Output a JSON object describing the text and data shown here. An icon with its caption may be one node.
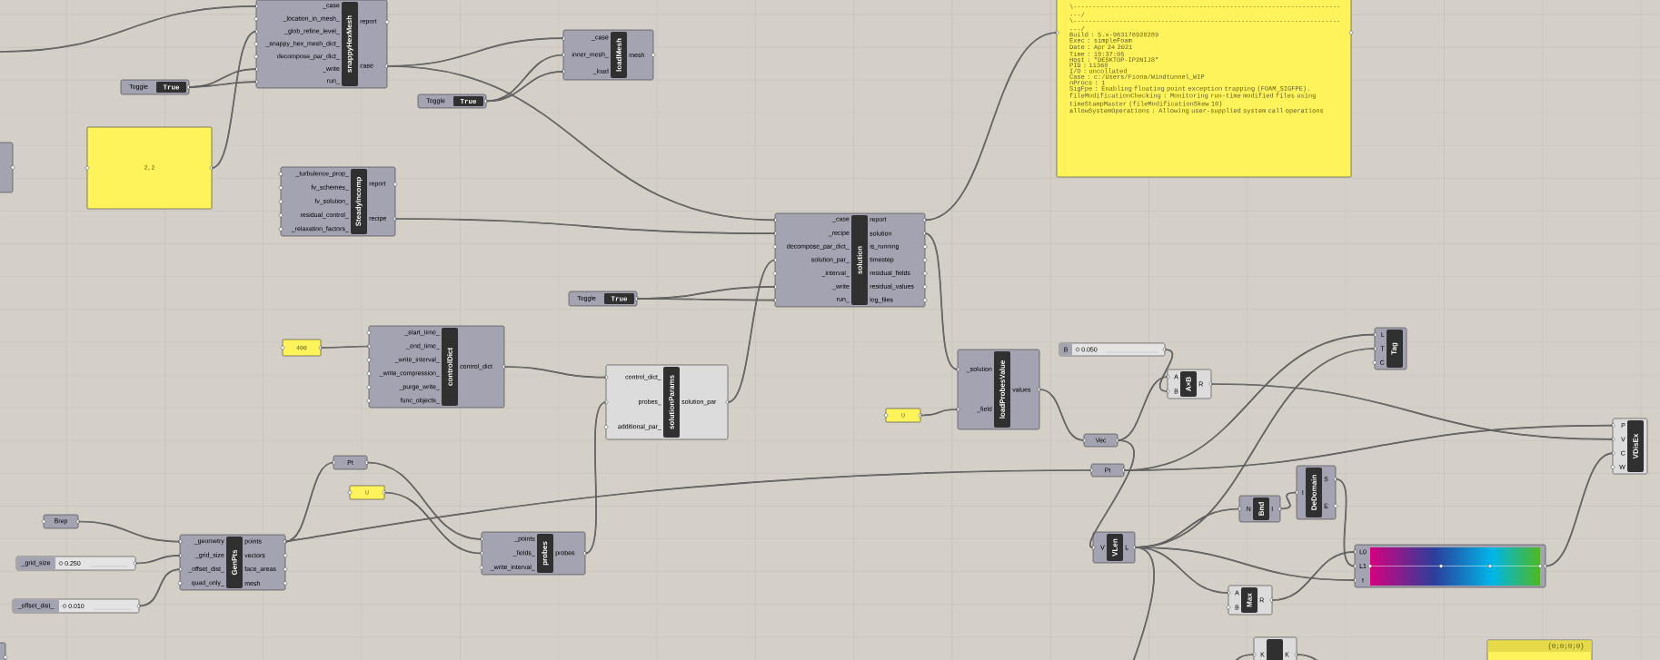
{
  "diagram": {
    "nodes": [
      {
        "text": [
          "_case",
          "_location_in_mesh_",
          "_glob_refine_level_",
          "_snappy_hex_mesh_dict_",
          "decompose_par_dict_",
          "_write",
          "run_",
          "snappyHexMesh",
          "report",
          "case"
        ]
      },
      {
        "text": [
          "_case",
          "inner_mesh_",
          "_load",
          "loadMesh",
          "mesh"
        ]
      },
      {
        "text": [
          "Toggle",
          "True"
        ]
      },
      {
        "text": [
          "Toggle",
          "True"
        ]
      },
      {
        "text": [],
        "shape": "box"
      },
      {
        "text": [
          "2,2"
        ]
      },
      {
        "text": [
          "_turbulence_prop_",
          "fv_schemes_",
          "fv_solution_",
          "residual_control_",
          "_relaxation_factors_",
          "SteadyIncomp",
          "report",
          "recipe"
        ]
      },
      {
        "text": [
          "\\*-------------------------------------------------------------------------*/",
          "\\*-------------------------------------------------------------------------*/",
          "Build : 5.x-963176928289",
          "Exec : simpleFoam",
          "Date : Apr 24 2021",
          "Time : 19:37:05",
          "Host : \"DESKTOP-IP2NIJ8\"",
          "PID : 11368",
          "I/O : uncollated",
          "Case : c:/Users/Fiona/Windtunnel_WIP",
          "nProcs : 1",
          "SigFpe : Enabling floating point exception trapping (FOAM_SIGFPE).",
          "fileModificationChecking : Monitoring run-time modified files using timeStampMaster (fileModificationSkew 10)",
          "allowSystemOperations : Allowing user-supplied system call operations"
        ]
      },
      {
        "text": [
          "_case",
          "_recipe",
          "decompose_par_dict_",
          "solution_par_",
          "_interval_",
          "_write",
          "run_",
          "solution",
          "report",
          "solution",
          "is_running",
          "timestep",
          "residual_fields",
          "residual_values",
          "log_files"
        ]
      },
      {
        "text": [
          "Toggle",
          "True"
        ]
      },
      {
        "text": [
          "400"
        ]
      },
      {
        "text": [
          "_start_time_",
          "_end_time_",
          "_write_interval_",
          "_write_compression_",
          "_purge_write_",
          "func_objects_",
          "controlDict",
          "control_dict"
        ]
      },
      {
        "text": [
          "control_dict_",
          "probes_",
          "additional_par_",
          "solutionParams",
          "solution_par"
        ]
      },
      {
        "text": [
          "L",
          "T",
          "C",
          "Tag"
        ]
      },
      {
        "text": [
          "B",
          "0.050"
        ]
      },
      {
        "text": [
          "_solution",
          "_field",
          "loadProbesValue",
          "values"
        ]
      },
      {
        "text": [
          "A",
          "B",
          "A×B",
          "R"
        ]
      },
      {
        "text": [
          "U"
        ]
      },
      {
        "text": [
          "P",
          "V",
          "C",
          "W",
          "VDisEx"
        ]
      },
      {
        "text": [
          "Vec"
        ]
      },
      {
        "text": [
          "Pt"
        ]
      },
      {
        "text": [
          "Pt"
        ]
      },
      {
        "text": [
          "I",
          "DeDomain",
          "S",
          "E"
        ]
      },
      {
        "text": [
          "U"
        ]
      },
      {
        "text": [
          "N",
          "Bnd",
          "I"
        ]
      },
      {
        "text": [
          "Brep"
        ]
      },
      {
        "text": [
          "_geometry",
          "_grid_size",
          "_offset_dist_",
          "quad_only_",
          "GenPts",
          "points",
          "vectors",
          "face_areas",
          "mesh"
        ]
      },
      {
        "text": [
          "_points",
          "_fields_",
          "_write_interval_",
          "probes",
          "probes"
        ]
      },
      {
        "text": [
          "V",
          "VLen",
          "L"
        ]
      },
      {
        "text": [
          "_grid_size",
          "0.250"
        ]
      },
      {
        "text": [
          "L0",
          "L1",
          "t"
        ]
      },
      {
        "text": [
          "A",
          "B",
          "Max",
          "R"
        ]
      },
      {
        "text": [
          "_offset_dist_",
          "0.010"
        ]
      },
      {
        "text": [],
        "shape": "box"
      },
      {
        "text": [
          "K",
          "K"
        ]
      },
      {
        "text": [
          "{0;0;0;0}"
        ]
      }
    ],
    "edges": [
      {
        "from": null,
        "to": 0,
        "arrow": "none"
      },
      {
        "from": 2,
        "to": 0,
        "arrow": "none"
      },
      {
        "from": 2,
        "to": 0,
        "arrow": "none"
      },
      {
        "from": 5,
        "to": 0,
        "arrow": "none"
      },
      {
        "from": 0,
        "to": 1,
        "arrow": "none"
      },
      {
        "from": 3,
        "to": 1,
        "arrow": "none"
      },
      {
        "from": 3,
        "to": 1,
        "arrow": "none"
      },
      {
        "from": 0,
        "to": 8,
        "arrow": "none"
      },
      {
        "from": 6,
        "to": 8,
        "arrow": "none"
      },
      {
        "from": 8,
        "to": 7,
        "arrow": "none"
      },
      {
        "from": 9,
        "to": 8,
        "arrow": "none"
      },
      {
        "from": 9,
        "to": 8,
        "arrow": "none"
      },
      {
        "from": 12,
        "to": 8,
        "arrow": "none"
      },
      {
        "from": 10,
        "to": 11,
        "arrow": "none"
      },
      {
        "from": 11,
        "to": 12,
        "arrow": "none"
      },
      {
        "from": 27,
        "to": 12,
        "arrow": "none"
      },
      {
        "from": 8,
        "to": 15,
        "arrow": "none"
      },
      {
        "from": 17,
        "to": 15,
        "arrow": "none"
      },
      {
        "from": 15,
        "to": 19,
        "arrow": "none"
      },
      {
        "from": 14,
        "to": 16,
        "arrow": "none"
      },
      {
        "from": 19,
        "to": 16,
        "arrow": "none"
      },
      {
        "from": 19,
        "to": 28,
        "arrow": "none"
      },
      {
        "from": 16,
        "to": 18,
        "arrow": "none"
      },
      {
        "from": 20,
        "to": 18,
        "arrow": "none"
      },
      {
        "from": 20,
        "to": 13,
        "arrow": "none"
      },
      {
        "from": 28,
        "to": 13,
        "arrow": "none"
      },
      {
        "from": 28,
        "to": 24,
        "arrow": "none"
      },
      {
        "from": 24,
        "to": 22,
        "arrow": "none"
      },
      {
        "from": 22,
        "to": 30,
        "arrow": "none"
      },
      {
        "from": 31,
        "to": 30,
        "arrow": "none"
      },
      {
        "from": 28,
        "to": 30,
        "arrow": "none"
      },
      {
        "from": 28,
        "to": 31,
        "arrow": "none"
      },
      {
        "from": 28,
        "to": null,
        "arrow": "none"
      },
      {
        "from": null,
        "to": 34,
        "arrow": "none"
      },
      {
        "from": 34,
        "to": null,
        "arrow": "none"
      },
      {
        "from": 30,
        "to": 18,
        "arrow": "none"
      },
      {
        "from": 26,
        "to": 21,
        "arrow": "none"
      },
      {
        "from": 21,
        "to": 27,
        "arrow": "none"
      },
      {
        "from": 23,
        "to": 27,
        "arrow": "none"
      },
      {
        "from": 26,
        "to": 20,
        "arrow": "none"
      },
      {
        "from": 25,
        "to": 26,
        "arrow": "none"
      },
      {
        "from": 29,
        "to": 26,
        "arrow": "none"
      },
      {
        "from": 32,
        "to": 26,
        "arrow": "none"
      }
    ]
  }
}
